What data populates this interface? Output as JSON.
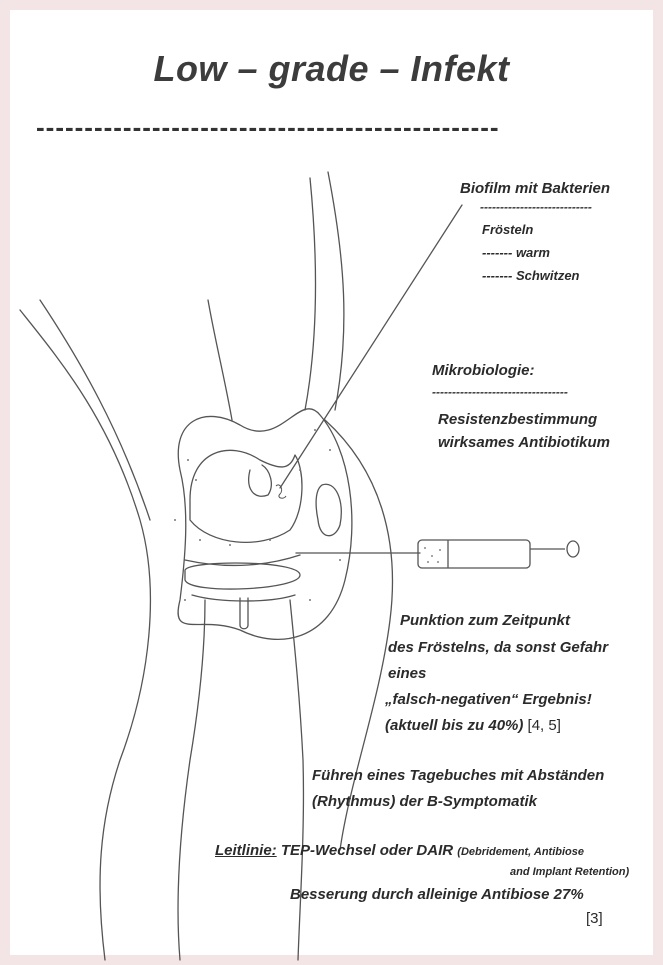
{
  "title": "Low – grade – Infekt",
  "title_rule": "------------------------------------------------",
  "biofilm": {
    "heading": "Biofilm mit Bakterien",
    "rule": "----------------------------",
    "symptom_1": "Frösteln",
    "symptom_2_prefix": "-------",
    "symptom_2": "warm",
    "symptom_3_prefix": "-------",
    "symptom_3": "Schwitzen"
  },
  "microbiology": {
    "heading": "Mikrobiologie:",
    "rule": "----------------------------------",
    "line_1": "Resistenzbestimmung",
    "line_2": "wirksames Antibiotikum"
  },
  "puncture": {
    "line_1": "Punktion zum Zeitpunkt",
    "line_2": "des Fröstelns, da sonst Gefahr",
    "line_3": "eines",
    "line_4": "„falsch-negativen“ Ergebnis!",
    "line_5": "(aktuell bis zu 40%)",
    "ref": "[4, 5]"
  },
  "diary": {
    "line_1": "Führen eines Tagebuches mit Abständen",
    "line_2": "(Rhythmus) der B-Symptomatik"
  },
  "guideline": {
    "label": "Leitlinie:",
    "text": "TEP-Wechsel oder DAIR",
    "detail_1": "(Debridement, Antibiose",
    "detail_2": "and Implant Retention)",
    "improvement": "Besserung durch alleinige Antibiose 27%",
    "ref": "[3]"
  }
}
